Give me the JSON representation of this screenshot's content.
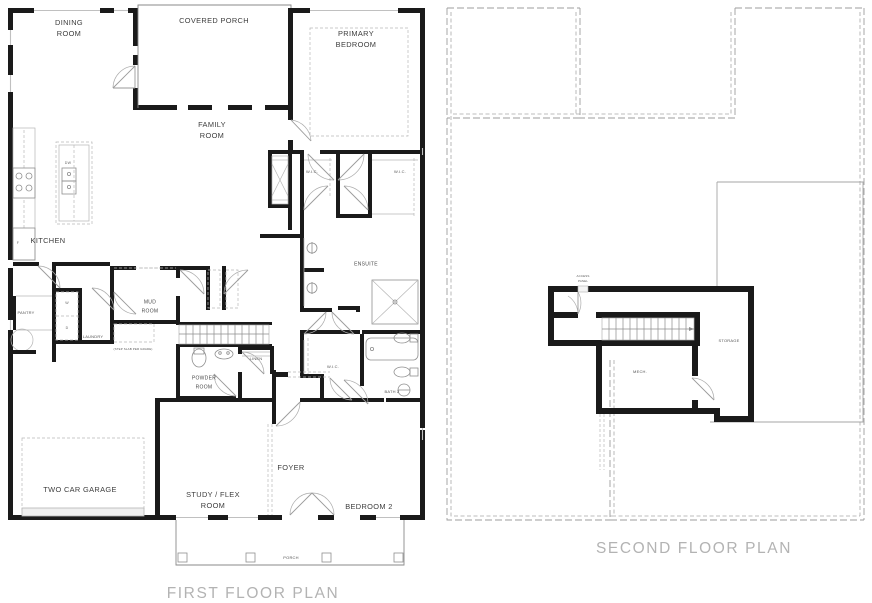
{
  "sheet": {
    "background_color": "#ffffff",
    "wall_color": "#1a1a1a",
    "fixture_color": "#8f8f8f",
    "title_color": "#b3b3b3",
    "label_color": "#3d3d3d"
  },
  "titles": {
    "first_floor": "FIRST FLOOR PLAN",
    "second_floor": "SECOND FLOOR PLAN"
  },
  "first_floor": {
    "rooms": [
      {
        "id": "dining-room",
        "line1": "DINING",
        "line2": "ROOM"
      },
      {
        "id": "covered-porch",
        "line1": "COVERED PORCH",
        "line2": ""
      },
      {
        "id": "primary-bedroom",
        "line1": "PRIMARY",
        "line2": "BEDROOM"
      },
      {
        "id": "family-room",
        "line1": "FAMILY",
        "line2": "ROOM"
      },
      {
        "id": "kitchen",
        "line1": "KITCHEN",
        "line2": ""
      },
      {
        "id": "pantry",
        "line1": "PANTRY",
        "line2": ""
      },
      {
        "id": "laundry",
        "line1": "LAUNDRY",
        "line2": ""
      },
      {
        "id": "mud-room",
        "line1": "MUD",
        "line2": "ROOM"
      },
      {
        "id": "powder-room",
        "line1": "POWDER",
        "line2": "ROOM"
      },
      {
        "id": "linen",
        "line1": "LINEN",
        "line2": ""
      },
      {
        "id": "ensuite",
        "line1": "ENSUITE",
        "line2": ""
      },
      {
        "id": "wic-left",
        "line1": "W.I.C.",
        "line2": ""
      },
      {
        "id": "wic-right",
        "line1": "W.I.C.",
        "line2": ""
      },
      {
        "id": "wic-lower",
        "line1": "W.I.C.",
        "line2": ""
      },
      {
        "id": "bath-2",
        "line1": "BATH 2",
        "line2": ""
      },
      {
        "id": "study-flex",
        "line1": "STUDY / FLEX",
        "line2": "ROOM"
      },
      {
        "id": "foyer",
        "line1": "FOYER",
        "line2": ""
      },
      {
        "id": "bedroom-2",
        "line1": "BEDROOM 2",
        "line2": ""
      },
      {
        "id": "two-car-garage",
        "line1": "TWO CAR GARAGE",
        "line2": ""
      },
      {
        "id": "porch",
        "line1": "PORCH",
        "line2": ""
      }
    ],
    "appliances": {
      "dishwasher": "DW",
      "fridge": "F",
      "washer": "W",
      "dryer": "D"
    },
    "notes": {
      "step_slab": "(STEP SLAB PER GRADE)"
    }
  },
  "second_floor": {
    "rooms": [
      {
        "id": "storage",
        "line1": "STORAGE",
        "line2": ""
      },
      {
        "id": "mech",
        "line1": "MECH.",
        "line2": ""
      }
    ],
    "notes": {
      "access_panel_line1": "ACCESS",
      "access_panel_line2": "PANEL"
    }
  }
}
